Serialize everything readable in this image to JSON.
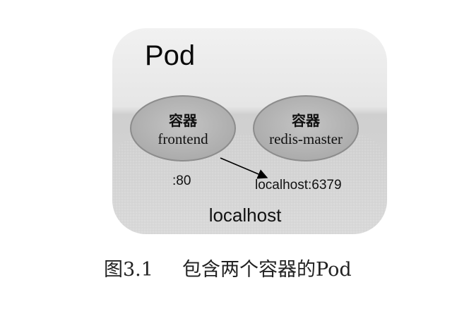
{
  "pod": {
    "title": "Pod",
    "host_label": "localhost"
  },
  "containers": [
    {
      "type_label": "容器",
      "name": "frontend"
    },
    {
      "type_label": "容器",
      "name": "redis-master"
    }
  ],
  "connection": {
    "source_port": ":80",
    "target_address": "localhost:6379"
  },
  "caption": {
    "figure_number": "图3.1",
    "text": "包含两个容器的Pod"
  },
  "colors": {
    "container_fill": "#b8b8b8",
    "container_stroke": "#8c8c8c",
    "pod_top": "#ededed",
    "pod_bottom": "#cbcbcb",
    "arrow": "#000000"
  }
}
